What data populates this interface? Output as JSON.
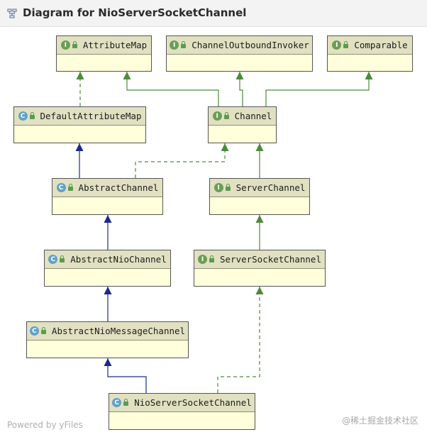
{
  "header": {
    "title": "Diagram for NioServerSocketChannel",
    "icon": "diagram-icon"
  },
  "colors": {
    "interface_badge": "#6a9f54",
    "class_badge": "#5fa2c9",
    "implements_line": "#4e8a3a",
    "extends_line": "#1a2a8a",
    "node_fill": "#ffffdc",
    "node_header": "#e1e1c2"
  },
  "nodes": [
    {
      "id": "attributemap",
      "kind": "interface",
      "badge": "I",
      "label": "AttributeMap"
    },
    {
      "id": "channeloutboundinvoker",
      "kind": "interface",
      "badge": "I",
      "label": "ChannelOutboundInvoker"
    },
    {
      "id": "comparable",
      "kind": "interface",
      "badge": "I",
      "label": "Comparable"
    },
    {
      "id": "defaultattributemap",
      "kind": "class",
      "badge": "C",
      "label": "DefaultAttributeMap"
    },
    {
      "id": "channel",
      "kind": "interface",
      "badge": "I",
      "label": "Channel"
    },
    {
      "id": "abstractchannel",
      "kind": "class",
      "badge": "C",
      "label": "AbstractChannel"
    },
    {
      "id": "serverchannel",
      "kind": "interface",
      "badge": "I",
      "label": "ServerChannel"
    },
    {
      "id": "abstractniochannel",
      "kind": "class",
      "badge": "C",
      "label": "AbstractNioChannel"
    },
    {
      "id": "serversocketchannel",
      "kind": "interface",
      "badge": "I",
      "label": "ServerSocketChannel"
    },
    {
      "id": "abstractniomessagechannel",
      "kind": "class",
      "badge": "C",
      "label": "AbstractNioMessageChannel"
    },
    {
      "id": "nioserversocketchannel",
      "kind": "class",
      "badge": "C",
      "label": "NioServerSocketChannel"
    }
  ],
  "edges": [
    {
      "from": "defaultattributemap",
      "to": "attributemap",
      "type": "implements"
    },
    {
      "from": "channel",
      "to": "attributemap",
      "type": "interface-extends"
    },
    {
      "from": "channel",
      "to": "channeloutboundinvoker",
      "type": "interface-extends"
    },
    {
      "from": "channel",
      "to": "comparable",
      "type": "interface-extends"
    },
    {
      "from": "abstractchannel",
      "to": "defaultattributemap",
      "type": "extends"
    },
    {
      "from": "abstractchannel",
      "to": "channel",
      "type": "implements"
    },
    {
      "from": "serverchannel",
      "to": "channel",
      "type": "interface-extends"
    },
    {
      "from": "abstractniochannel",
      "to": "abstractchannel",
      "type": "extends"
    },
    {
      "from": "serversocketchannel",
      "to": "serverchannel",
      "type": "interface-extends"
    },
    {
      "from": "abstractniomessagechannel",
      "to": "abstractniochannel",
      "type": "extends"
    },
    {
      "from": "nioserversocketchannel",
      "to": "abstractniomessagechannel",
      "type": "extends"
    },
    {
      "from": "nioserversocketchannel",
      "to": "serversocketchannel",
      "type": "implements"
    }
  ],
  "footer": {
    "powered_by": "Powered by yFiles",
    "watermark": "@稀土掘金技术社区"
  }
}
